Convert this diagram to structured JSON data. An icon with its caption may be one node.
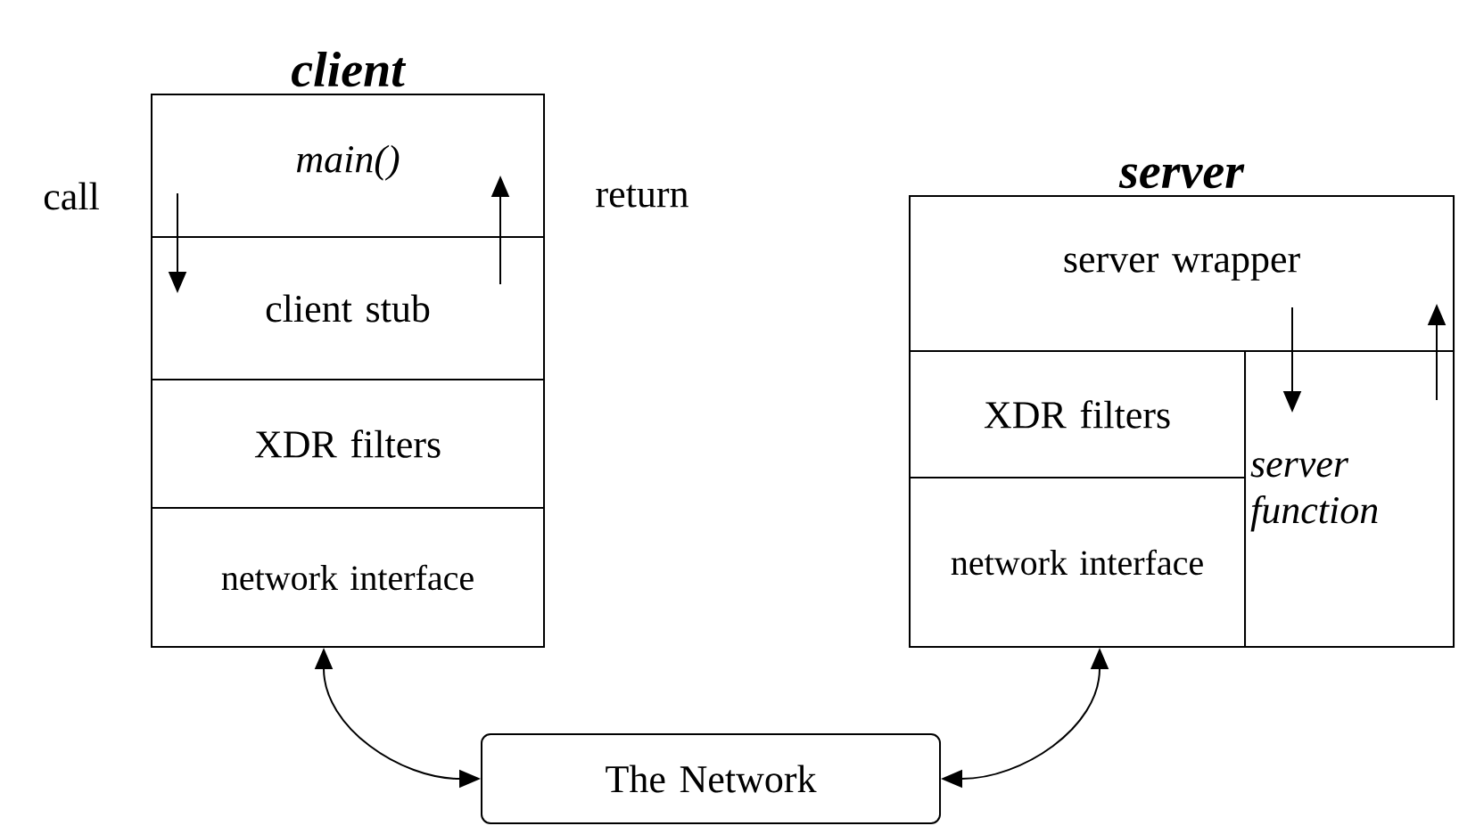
{
  "diagram": {
    "nodes": [
      {
        "text": [
          "client"
        ]
      },
      {
        "text": [
          "main()"
        ],
        "in": 0
      },
      {
        "text": [
          "client stub"
        ],
        "in": 0
      },
      {
        "text": [
          "XDR filters"
        ],
        "in": 0
      },
      {
        "text": [
          "network interface"
        ],
        "in": 0
      },
      {
        "text": [
          "server"
        ]
      },
      {
        "text": [
          "server wrapper"
        ],
        "in": 5
      },
      {
        "text": [
          "XDR filters"
        ],
        "in": 5
      },
      {
        "text": [
          "network interface"
        ],
        "in": 5
      },
      {
        "text": [
          "server function"
        ],
        "in": 5
      },
      {
        "text": [
          "The Network"
        ]
      }
    ],
    "edges": [
      {
        "from": 1,
        "to": 2,
        "arrow": "to"
      },
      {
        "from": 2,
        "to": 1,
        "arrow": "to"
      },
      {
        "from": 6,
        "to": 9,
        "arrow": "to"
      },
      {
        "from": 9,
        "to": 6,
        "arrow": "to"
      },
      {
        "from": 4,
        "to": 10,
        "arrow": "both"
      },
      {
        "from": 8,
        "to": 10,
        "arrow": "both"
      }
    ],
    "labels": [
      "call",
      "return"
    ]
  }
}
